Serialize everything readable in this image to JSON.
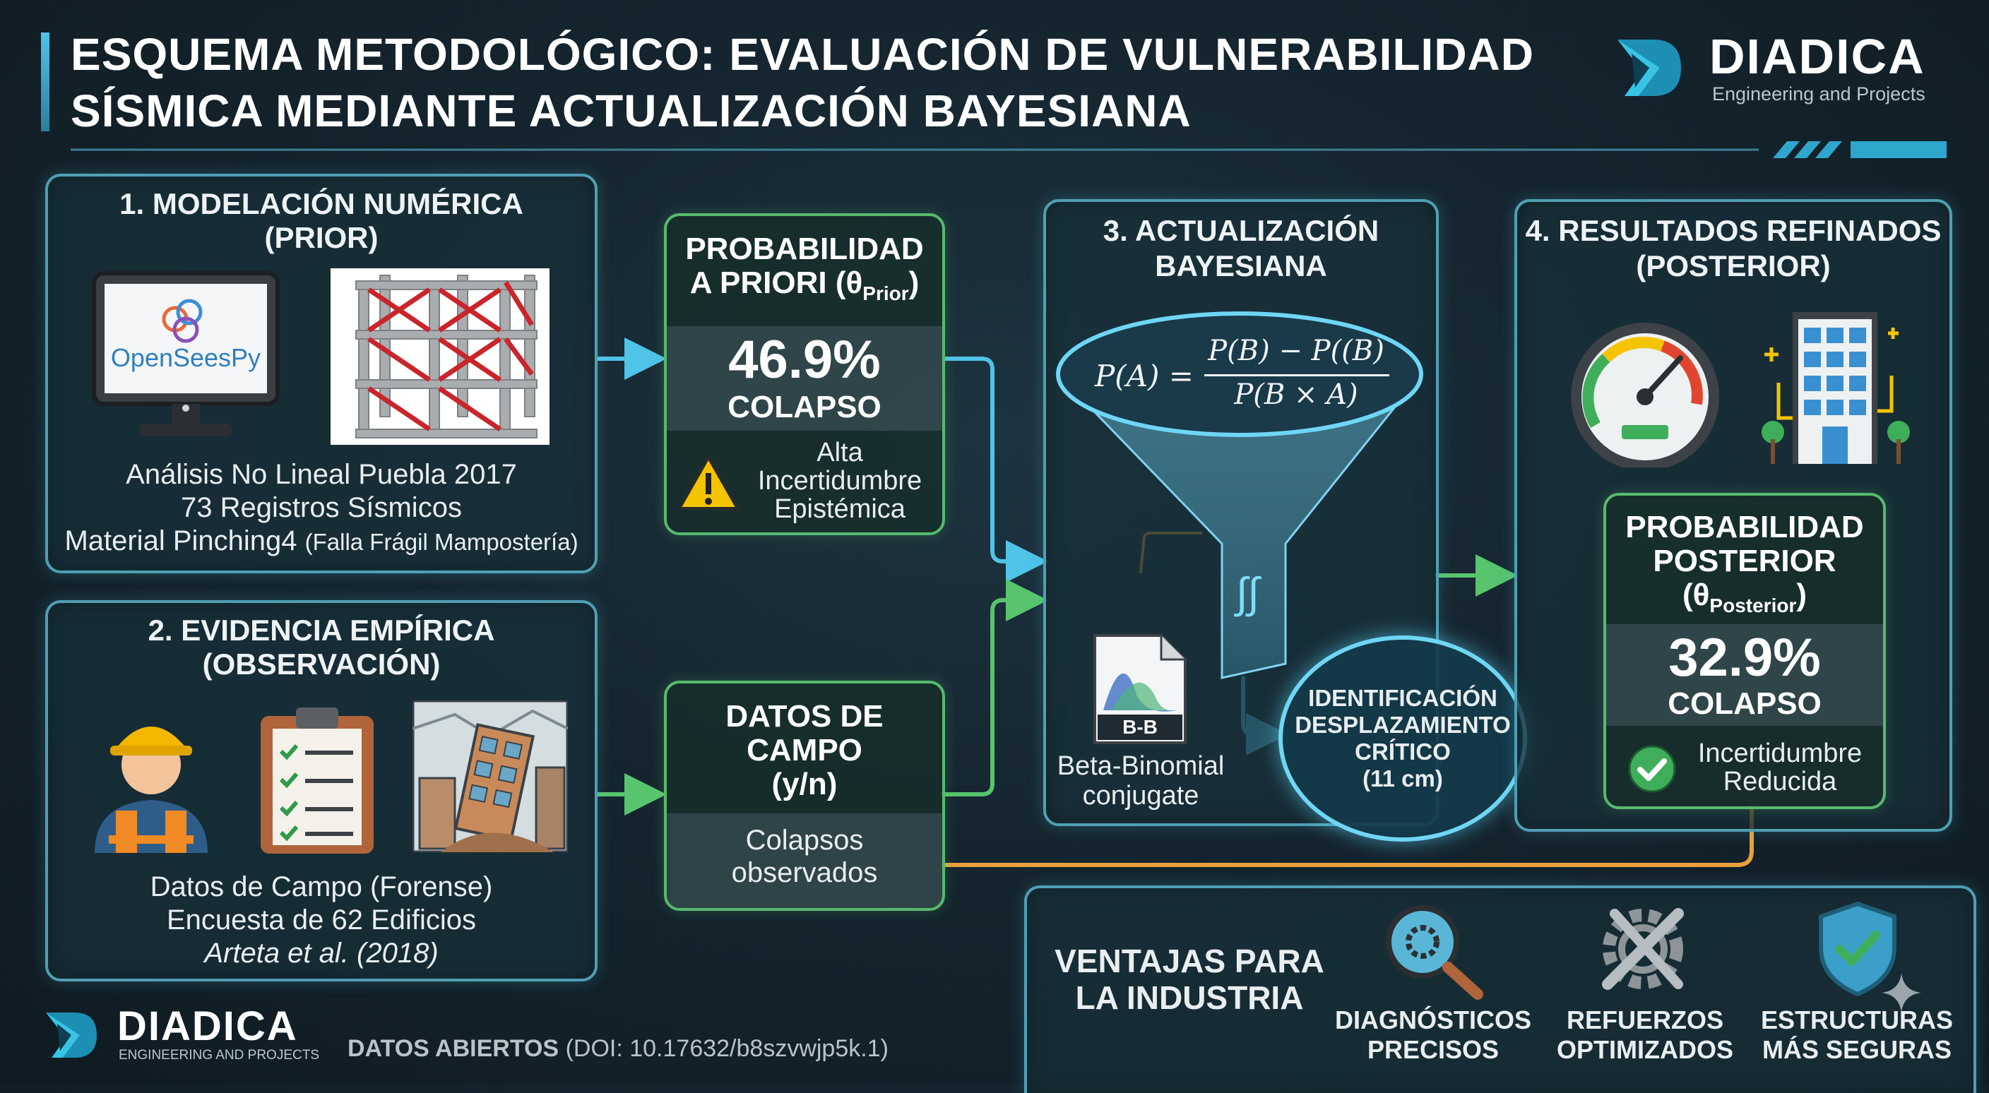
{
  "title": {
    "line1": "ESQUEMA METODOLÓGICO: EVALUACIÓN DE VULNERABILIDAD",
    "line2": "SÍSMICA MEDIANTE ACTUALIZACIÓN BAYESIANA"
  },
  "brand": {
    "name": "DIADICA",
    "tagline": "Engineering and Projects",
    "tagline_footer": "ENGINEERING AND PROJECTS"
  },
  "panel1": {
    "heading": "1. MODELACIÓN NUMÉRICA",
    "subheading": "(PRIOR)",
    "software_label": "OpenSeesPy",
    "lines": [
      "Análisis No Lineal Puebla 2017",
      "73 Registros Sísmicos"
    ],
    "line3_main": "Material Pinching4",
    "line3_note": "(Falla Frágil Mampostería)"
  },
  "panel2": {
    "heading": "2. EVIDENCIA EMPÍRICA",
    "subheading": "(OBSERVACIÓN)",
    "lines": [
      "Datos de Campo (Forense)",
      "Encuesta de 62 Edificios"
    ],
    "citation": "Arteta et al. (2018)"
  },
  "prior_box": {
    "title1": "PROBABILIDAD",
    "title2": "A PRIORI (θ",
    "title2_sub": "Prior",
    "title2_end": ")",
    "value": "46.9%",
    "value_label": "COLAPSO",
    "note": [
      "Alta",
      "Incertidumbre",
      "Epistémica"
    ]
  },
  "data_box": {
    "title": [
      "DATOS DE",
      "CAMPO",
      "(y/n)"
    ],
    "note": [
      "Colapsos",
      "observados"
    ]
  },
  "panel3": {
    "heading": [
      "3. ACTUALIZACIÓN",
      "BAYESIANA"
    ],
    "formula_lhs": "P(A) =",
    "formula_num": "P(B) − P((B)",
    "formula_den": "P(B × A)",
    "beta_icon_label": "B-B",
    "beta_caption": [
      "Beta-Binomial",
      "conjugate"
    ],
    "critical": [
      "IDENTIFICACIÓN",
      "DESPLAZAMIENTO",
      "CRÍTICO",
      "(11 cm)"
    ]
  },
  "panel4": {
    "heading": "4. RESULTADOS REFINADOS",
    "subheading": "(POSTERIOR)",
    "post_title": [
      "PROBABILIDAD",
      "POSTERIOR"
    ],
    "post_theta": "(θ",
    "post_theta_sub": "Posterior",
    "post_theta_end": ")",
    "value": "32.9%",
    "value_label": "COLAPSO",
    "note": [
      "Incertidumbre",
      "Reducida"
    ]
  },
  "advantages": {
    "title": [
      "VENTAJAS PARA",
      "LA INDUSTRIA"
    ],
    "items": [
      {
        "label": [
          "DIAGNÓSTICOS",
          "PRECISOS"
        ],
        "icon": "magnifier-gear-icon"
      },
      {
        "label": [
          "REFUERZOS",
          "OPTIMIZADOS"
        ],
        "icon": "wrench-gear-icon"
      },
      {
        "label": [
          "ESTRUCTURAS",
          "MÁS SEGURAS"
        ],
        "icon": "shield-check-icon"
      }
    ]
  },
  "footer": {
    "open_data_label": "DATOS ABIERTOS",
    "doi": "(DOI: 10.17632/b8szvwjp5k.1)"
  },
  "colors": {
    "accent_blue": "#4fc3e8",
    "accent_green": "#58c46d",
    "accent_orange": "#e8a13a",
    "panel_border": "#4f9fb4"
  }
}
